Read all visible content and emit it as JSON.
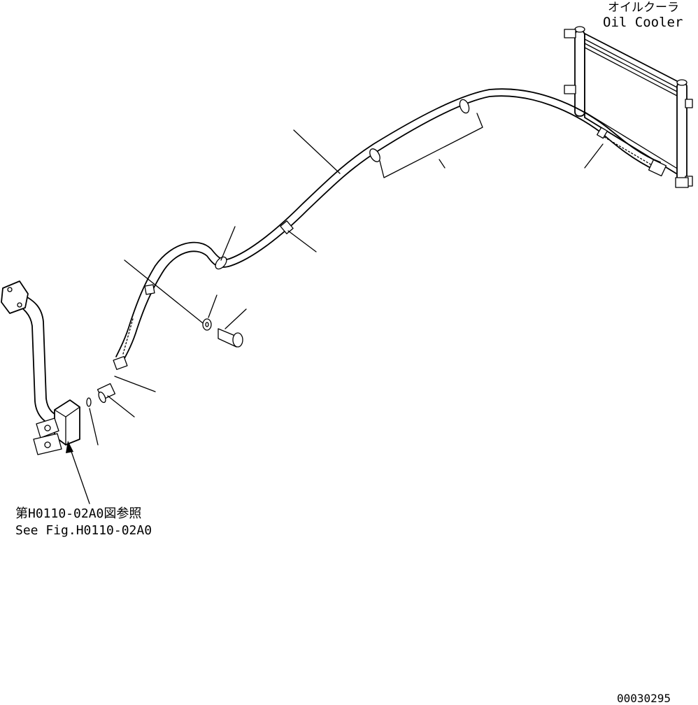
{
  "labels": {
    "oil_cooler_jp": "オイルクーラ",
    "oil_cooler_en": "Oil Cooler",
    "ref_jp": "第H0110-02A0図参照",
    "ref_en": "See Fig.H0110-02A0",
    "drawing_number": "00030295"
  },
  "colors": {
    "line": "#000000",
    "background": "#ffffff"
  }
}
